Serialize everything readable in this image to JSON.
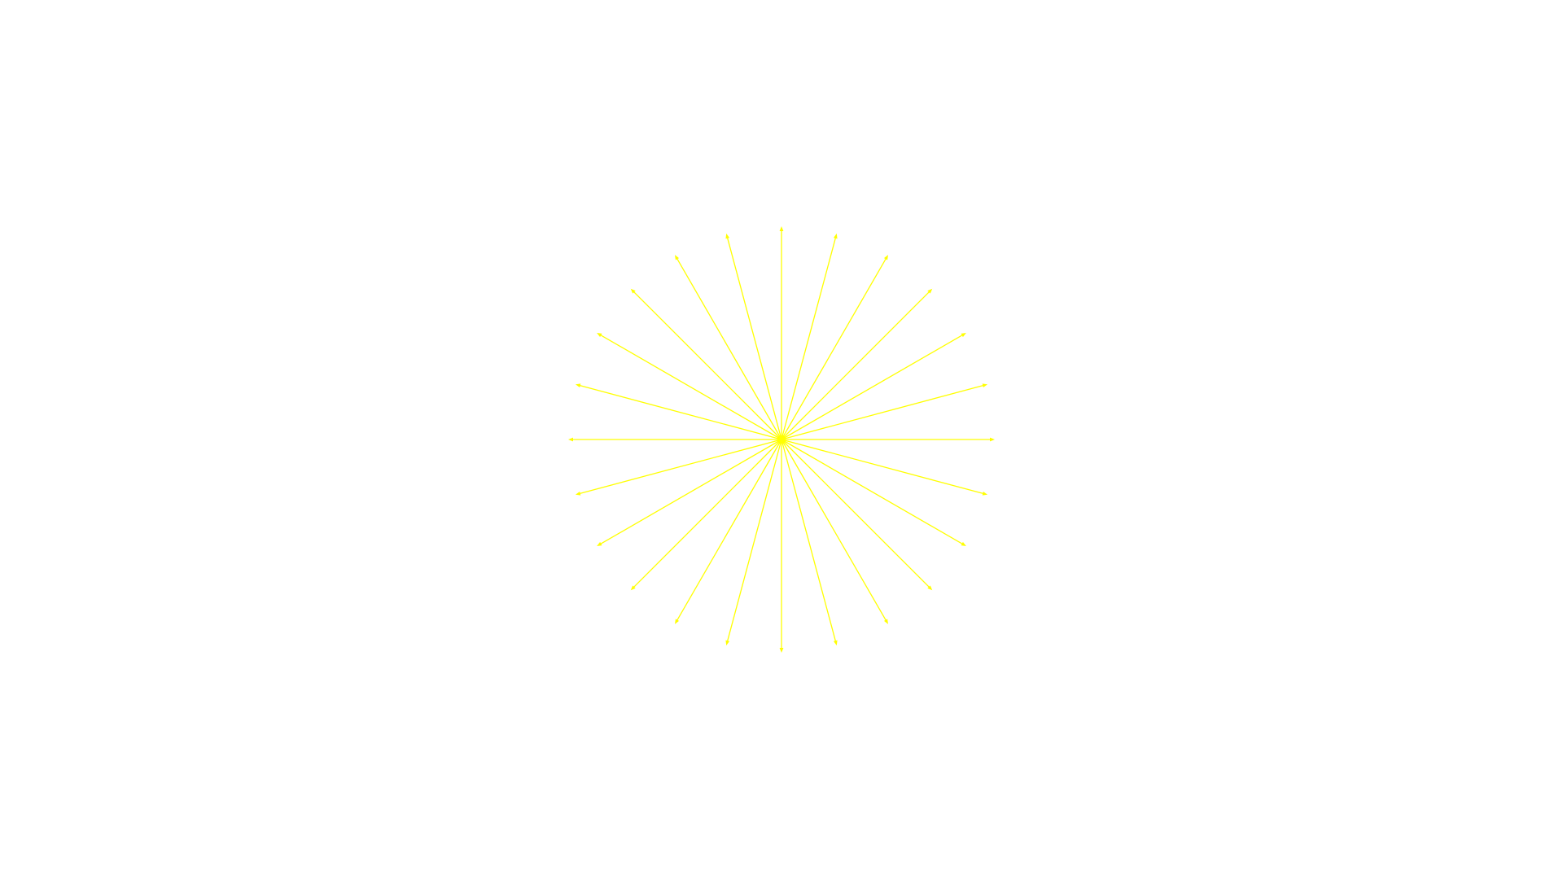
{
  "diagram": {
    "type": "radial-burst",
    "ray_count": 24,
    "angle_step_degrees": 15,
    "arrowheads": true,
    "color": "#ffff00",
    "background": "#ffffff"
  }
}
